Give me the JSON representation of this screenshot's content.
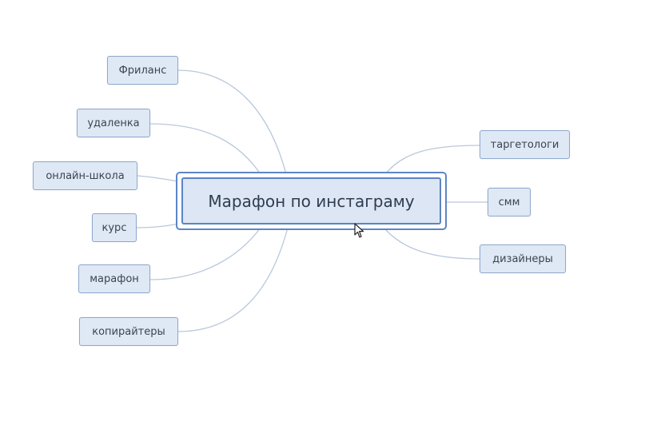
{
  "mindmap": {
    "central_topic": "Марафон по инстаграму",
    "left_branches": [
      "Фриланс",
      "удаленка",
      "онлайн-школа",
      "курс",
      "марафон",
      "копирайтеры"
    ],
    "right_branches": [
      "таргетологи",
      "смм",
      "дизайнеры"
    ]
  },
  "colors": {
    "node_fill": "#dfe8f5",
    "node_border": "#8fa9cc",
    "central_border": "#5c84c4",
    "connector": "#b9c8dc"
  },
  "icons": {
    "pointer": "mouse-cursor-icon"
  }
}
